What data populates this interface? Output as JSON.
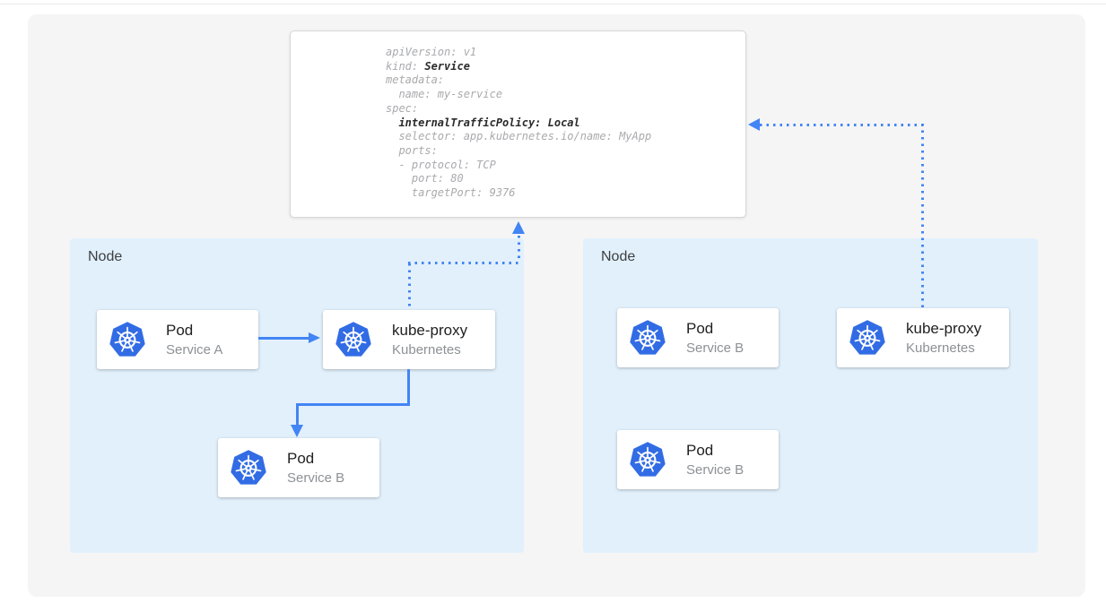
{
  "colors": {
    "arrow_blue": "#4285f4",
    "kubernetes_blue": "#326ce5",
    "node_background": "#e2f0fc",
    "panel_background": "#f5f5f6",
    "code_plain_gray": "#a9aaad",
    "code_bold_dark": "#2b2b2c"
  },
  "yaml": {
    "l1": "apiVersion: v1",
    "l2_plain": "kind: ",
    "l2_bold": "Service",
    "l3": "metadata:",
    "l4": "  name: my-service",
    "l5": "spec:",
    "l6_indent": "  ",
    "l6_bold": "internalTrafficPolicy: Local",
    "l7": "  selector: app.kubernetes.io/name: MyApp",
    "l8": "  ports:",
    "l9": "  - protocol: TCP",
    "l10": "    port: 80",
    "l11": "    targetPort: 9376"
  },
  "nodes": [
    {
      "label": "Node",
      "cards": [
        {
          "title": "Pod",
          "subtitle": "Service A"
        },
        {
          "title": "kube-proxy",
          "subtitle": "Kubernetes"
        },
        {
          "title": "Pod",
          "subtitle": "Service B"
        }
      ]
    },
    {
      "label": "Node",
      "cards": [
        {
          "title": "Pod",
          "subtitle": "Service B"
        },
        {
          "title": "kube-proxy",
          "subtitle": "Kubernetes"
        },
        {
          "title": "Pod",
          "subtitle": "Service B"
        }
      ]
    }
  ]
}
